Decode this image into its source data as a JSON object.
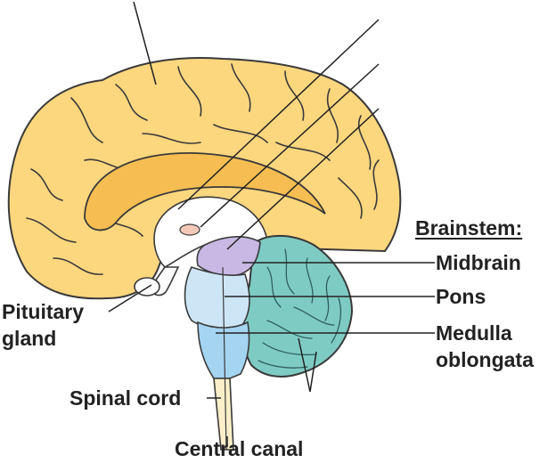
{
  "labels": {
    "brainstem_heading": "Brainstem:",
    "midbrain": "Midbrain",
    "pons": "Pons",
    "medulla_line1": "Medulla",
    "medulla_line2": "oblongata",
    "pituitary_line1": "Pituitary",
    "pituitary_line2": "gland",
    "spinal_cord": "Spinal cord",
    "central_canal": "Central canal"
  },
  "colors": {
    "cerebrum": "#FDD77E",
    "cerebrum_dark": "#F6BE52",
    "outline": "#3A3A3A",
    "midbrain": "#C7B8E4",
    "pons": "#CDE6F6",
    "medulla": "#A5D4F0",
    "cerebellum": "#7ECBC4",
    "thalamus_spot": "#F5C9B9",
    "text": "#222222"
  }
}
